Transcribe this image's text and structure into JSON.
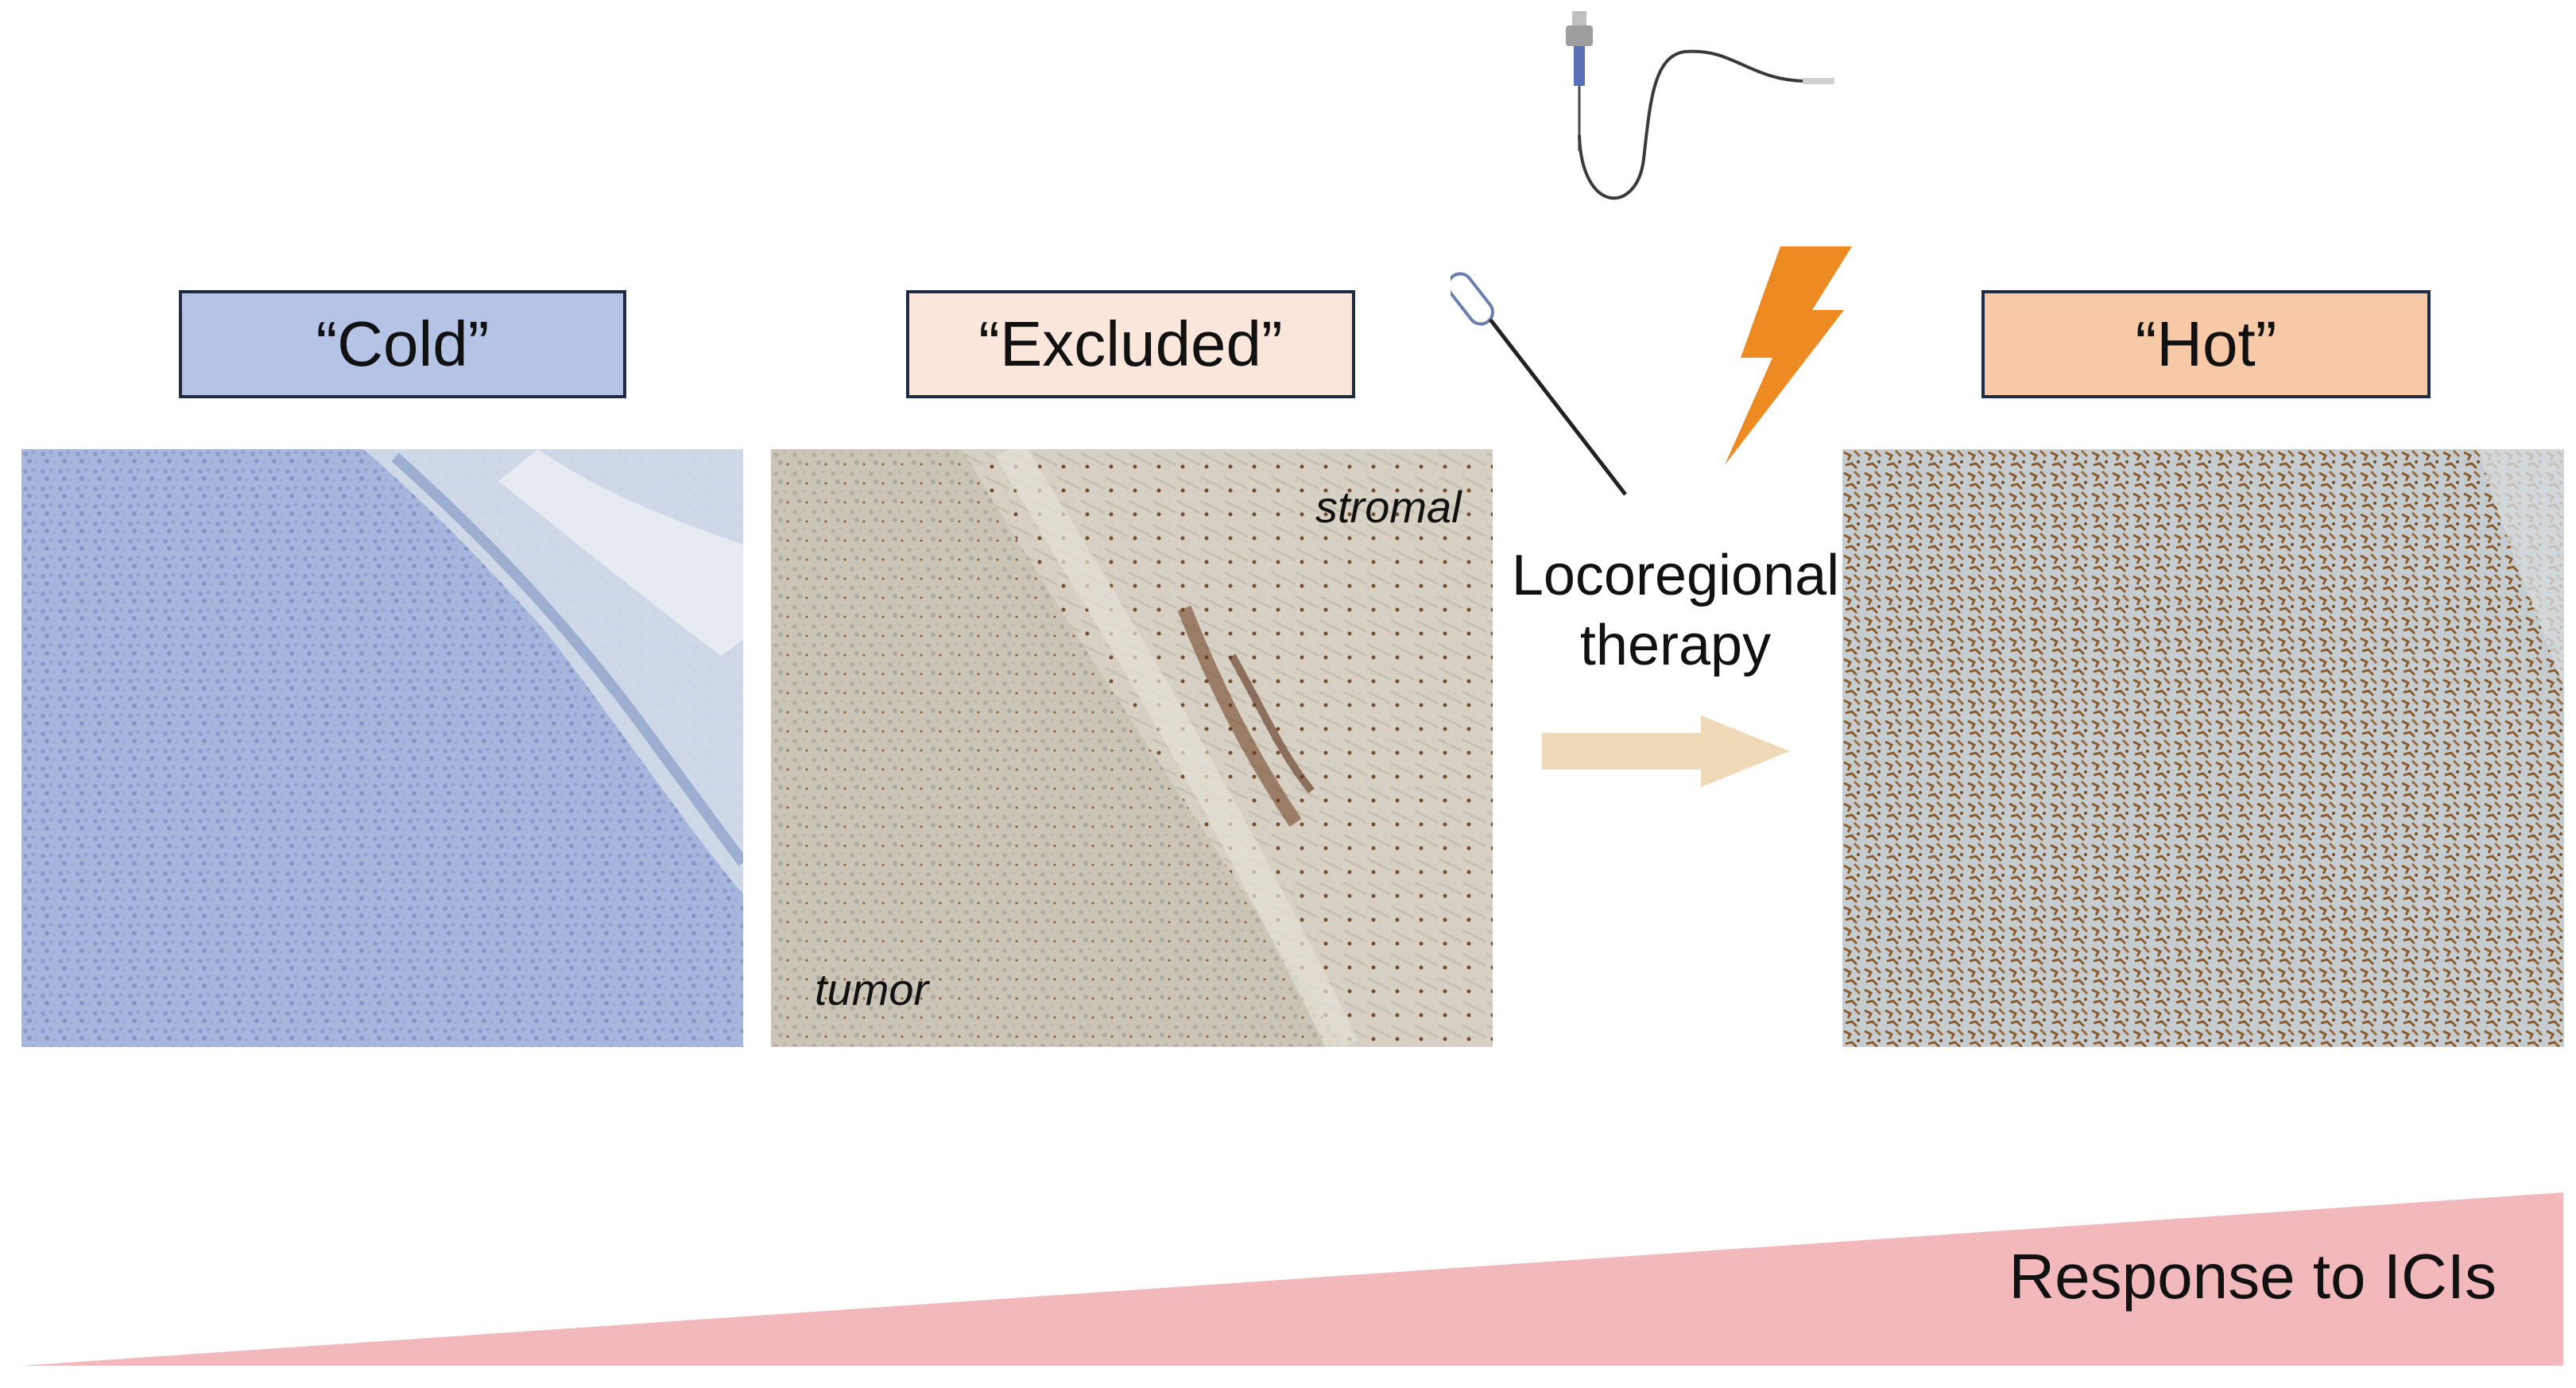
{
  "labels": {
    "cold": "“Cold”",
    "excluded": "“Excluded”",
    "hot": "“Hot”"
  },
  "tissue_tags": {
    "stromal": "stromal",
    "tumor": "tumor"
  },
  "therapy": {
    "line1": "Locoregional",
    "line2": "therapy"
  },
  "response": {
    "label": "Response to ICIs"
  },
  "colors": {
    "cold_box": "#b4c3e6",
    "excluded_box": "#fbe6dc",
    "hot_box": "#f7c9a6",
    "box_border": "#1f2a44",
    "arrow": "#f0d9b6",
    "lightning": "#ee8a22",
    "response_wedge": "#f2b8bb",
    "cold_tissue": "#a9b8dc",
    "excluded_tissue": "#cfc8bb",
    "hot_tissue": "#c4ccd0",
    "stain_brown": "#8b5a2b"
  },
  "icons": [
    "needle-probe-icon",
    "ablation-probe-icon",
    "lightning-icon",
    "arrow-right-icon"
  ]
}
